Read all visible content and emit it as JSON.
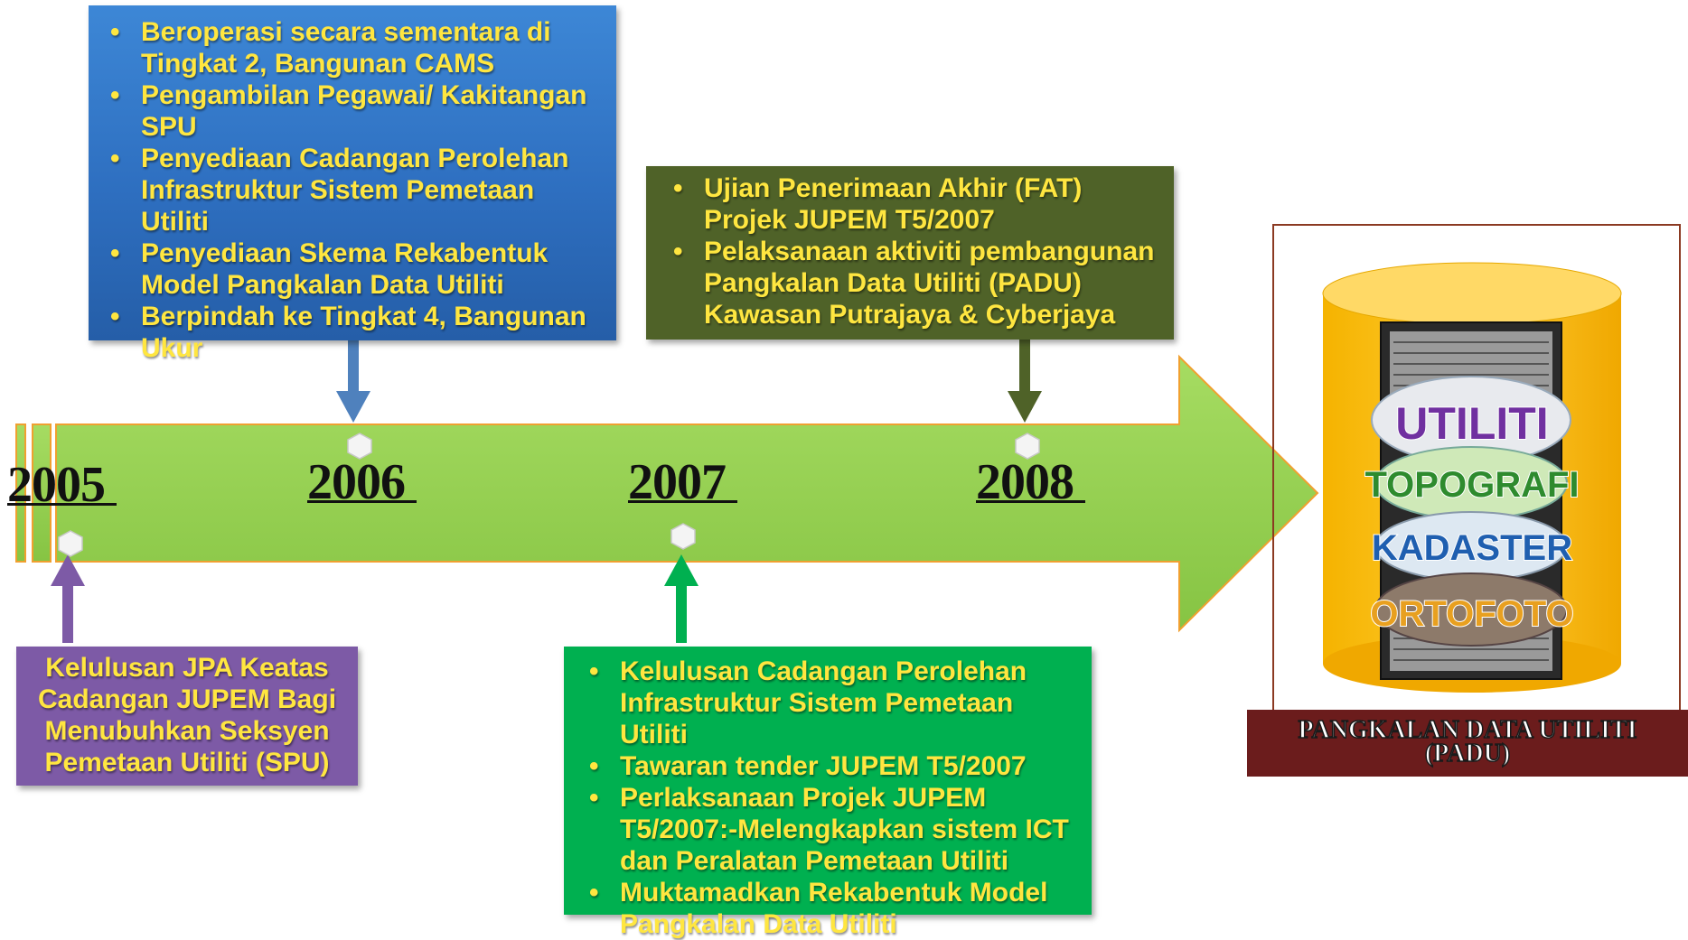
{
  "colors": {
    "timeline_fill": "#92d050",
    "timeline_edge": "#f0a030",
    "box_2006": "#2e6fc0",
    "box_2008": "#4f6228",
    "box_2005": "#7d5aa6",
    "box_2007": "#00b050",
    "bullet_text": "#ffe640",
    "db_cylinder": "#ffc000",
    "db_label_bg": "#6b1c1c"
  },
  "years": {
    "y2005": "2005 ",
    "y2006": "2006 ",
    "y2007": "2007 ",
    "y2008": "2008 "
  },
  "box_2006": {
    "items": [
      "Beroperasi secara sementara di Tingkat 2, Bangunan CAMS",
      "Pengambilan Pegawai/ Kakitangan SPU",
      "Penyediaan Cadangan Perolehan Infrastruktur Sistem Pemetaan Utiliti",
      "Penyediaan Skema Rekabentuk Model Pangkalan Data Utiliti",
      "Berpindah ke Tingkat 4, Bangunan Ukur"
    ]
  },
  "box_2008": {
    "items": [
      "Ujian Penerimaan Akhir (FAT) Projek JUPEM T5/2007",
      "Pelaksanaan aktiviti pembangunan Pangkalan Data Utiliti (PADU) Kawasan Putrajaya & Cyberjaya"
    ]
  },
  "box_2005": {
    "text": "Kelulusan JPA Keatas Cadangan JUPEM Bagi Menubuhkan Seksyen Pemetaan Utiliti (SPU)"
  },
  "box_2007": {
    "items": [
      "Kelulusan Cadangan Perolehan Infrastruktur Sistem Pemetaan Utiliti",
      "Tawaran tender  JUPEM T5/2007",
      "Perlaksanaan Projek JUPEM T5/2007:-Melengkapkan sistem ICT dan Peralatan Pemetaan Utiliti",
      "Muktamadkan Rekabentuk Model Pangkalan Data Utiliti"
    ]
  },
  "database": {
    "layers": [
      "UTILITI",
      "TOPOGRAFI",
      "KADASTER",
      "ORTOFOTO"
    ],
    "label_line1": "PANGKALAN DATA UTILITI",
    "label_line2": "(PADU)"
  }
}
